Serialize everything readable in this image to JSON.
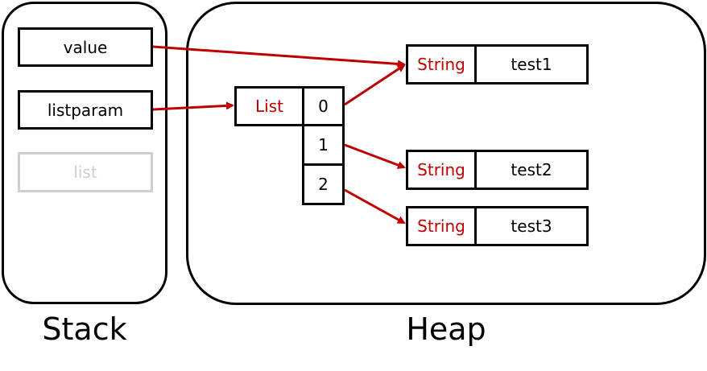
{
  "stack": {
    "caption": "Stack",
    "variables": [
      {
        "label": "value",
        "faded": false
      },
      {
        "label": "listparam",
        "faded": false
      },
      {
        "label": "list",
        "faded": true
      }
    ]
  },
  "heap": {
    "caption": "Heap",
    "list_object": {
      "type_label": "List",
      "indices": [
        "0",
        "1",
        "2"
      ]
    },
    "string_objects": [
      {
        "type_label": "String",
        "value": "test1"
      },
      {
        "type_label": "String",
        "value": "test2"
      },
      {
        "type_label": "String",
        "value": "test3"
      }
    ]
  },
  "colors": {
    "accent_red": "#c00000",
    "faded_gray": "#cfcfcf",
    "border": "#000000"
  }
}
